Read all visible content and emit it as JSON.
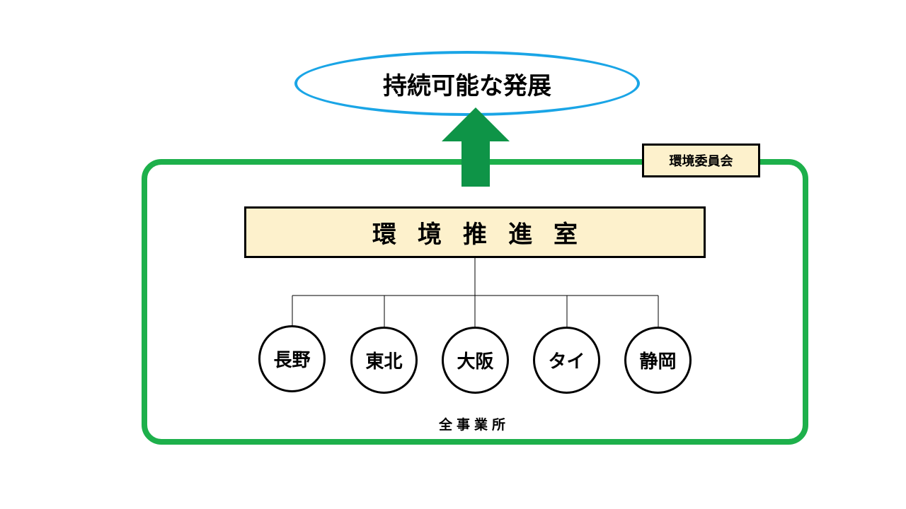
{
  "goal": {
    "label": "持続可能な発展"
  },
  "committee": {
    "label": "環境委員会"
  },
  "office": {
    "label": "環境推進室"
  },
  "sites": [
    {
      "label": "長野"
    },
    {
      "label": "東北"
    },
    {
      "label": "大阪"
    },
    {
      "label": "タイ"
    },
    {
      "label": "静岡"
    }
  ],
  "footer": {
    "label": "全事業所"
  },
  "colors": {
    "ellipse_border": "#1aa5e6",
    "frame_border": "#1db04b",
    "arrow": "#0e9447",
    "box_fill": "#fdf1cc"
  }
}
